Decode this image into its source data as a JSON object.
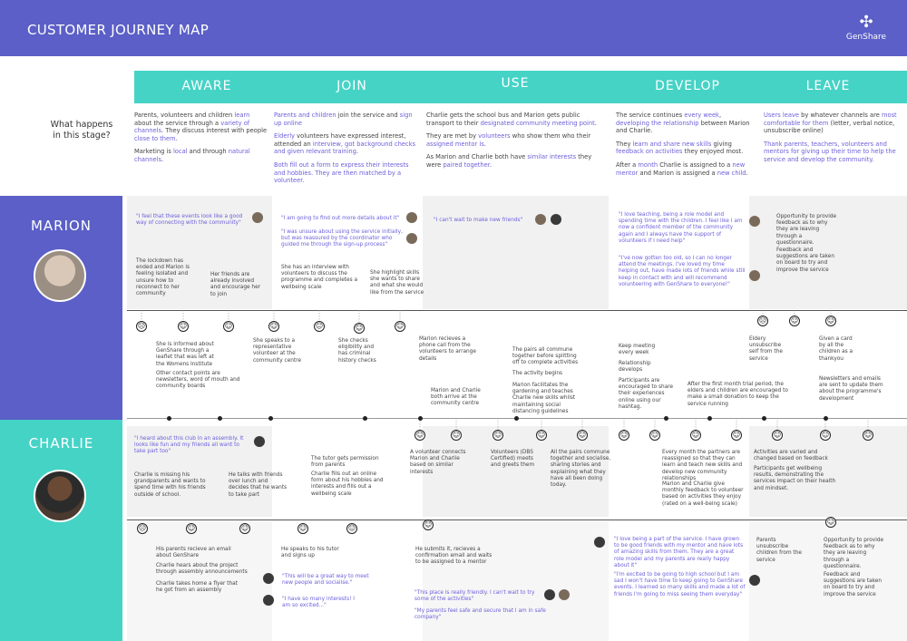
{
  "header": {
    "title": "CUSTOMER JOURNEY MAP",
    "brand": "GenShare",
    "brand_icon": "genshare-logo-icon"
  },
  "stages": [
    "AWARE",
    "JOIN",
    "USE",
    "DEVELOP",
    "LEAVE"
  ],
  "what_happens": "What happens in this stage?",
  "descriptions": {
    "aware": {
      "p1a": "Parents, volunteers and children ",
      "p1b": "learn",
      " p1c": "",
      "p1_text_1": "Parents, volunteers and children ",
      "p1_hl_1": "learn",
      "p1_text_2": " about the service through a ",
      "p1_hl_2": "variety of channels",
      "p1_text_3": ". They discuss interest with people ",
      "p1_hl_3": "close to them",
      "p1_text_4": ".",
      "p2_text_1": "Marketing is ",
      "p2_hl_1": "local",
      "p2_text_2": " and through ",
      "p2_hl_2": "natural channels",
      "p2_text_3": "."
    },
    "join": {
      "p1_hl_1": "Parents and children",
      "p1_text_1": " join the service and ",
      "p1_hl_2": "sign up online",
      "p2_hl_1": "Elderly",
      "p2_text_1": " volunteers have expressed interest, attended an ",
      "p2_hl_2": "interview, got background checks and given relevant training",
      "p2_text_2": ".",
      "p3_hl_1": "Both fill out a form to express their interests and hobbies. They are then matched by a volunteer."
    },
    "use": {
      "p1_text_1": "Charlie gets the school bus and Marion gets public transport to their ",
      "p1_hl_1": "designated community meeting point",
      "p1_text_2": ".",
      "p2_text_1": "They are met by ",
      "p2_hl_1": "volunteers",
      "p2_text_2": " who show them who their ",
      "p2_hl_2": "assigned mentor is",
      "p2_text_3": ".",
      "p3_text_1": "As Marion and Charlie both have ",
      "p3_hl_1": "similar interests",
      "p3_text_2": " they were ",
      "p3_hl_2": "paired together",
      "p3_text_3": "."
    },
    "develop": {
      "p1_text_1": "The service continues ",
      "p1_hl_1": "every week",
      "p1_text_2": ", ",
      "p1_hl_2": "developing the relationship",
      "p1_text_3": " between Marion and Charlie.",
      "p2_text_1": "They ",
      "p2_hl_1": "learn and share new skills",
      "p2_text_2": " giving ",
      "p2_hl_2": "feedback on activities",
      "p2_text_3": " they enjoyed most.",
      "p3_text_1": "After a ",
      "p3_hl_1": "month",
      "p3_text_2": " Charlie is assigned to a ",
      "p3_hl_2": "new mentor",
      "p3_text_3": " and Marion is assigned a ",
      "p3_hl_3": "new child",
      "p3_text_4": "."
    },
    "leave": {
      "p1_hl_1": "Users leave",
      "p1_text_1": " by whatever channels are ",
      "p1_hl_2": "most comfortable for them",
      "p1_text_2": " (letter, verbal notice, unsubscribe online)",
      "p2_hl_1": "Thank parents, teachers, volunteers and mentors for giving up their time to help the service and develop the community."
    }
  },
  "personas": {
    "marion": "MARION",
    "charlie": "CHARLIE"
  },
  "marion": {
    "q_aware": "\"I feel that these events look like a good way of connecting with the community\"",
    "q_join1": "\"I am going to find out more details about it\"",
    "q_join2": "\"I was unsure about using the service initially, but was reassured by the coordinator who guided me through the sign-up process\"",
    "q_use": "\"I can't wait to make new friends\"",
    "q_dev1": "\"I love teaching, being a role model and spending time with the children. I feel like I am now a confident member of the community again and I always have the support of volunteers if I need help\"",
    "q_dev2": "\"I've now gotten too old, so I can no longer attend the meetings. I've loved my time helping out, have made lots of friends while still keep in contact with and will recommend volunteering with GenShare to everyone!\"",
    "n_lockdown": "The lockdown has ended and Marion is feeling isolated and unsure how to reconnect to her community",
    "n_friends": "Her friends are already involved and encourage her to join",
    "n_interview": "She has an interview with volunteers to discuss the programme and completes a wellbeing scale",
    "n_skills": "She highlight skills she wants to share and what she would like from the service",
    "n_leave1": "Opportunity to provide feedback as to why they are leaving through a questionnaire.",
    "n_leave2": "Feedback and suggestions are taken on board to try and improve the service",
    "b_informed": "She is informed about GenShare through a leaflet that was left at the Womens Institute",
    "b_contact": "Other contact points are newsletters, word of mouth and community boards",
    "b_speaks": "She speaks to a representative volunteer at the community centre",
    "b_checks": "She checks eligibility and has criminal history checks",
    "b_call": "Marion recieves a phone call from the volunteers to arrange details",
    "b_arrive": "Marion and Charlie both arrive at the community centre",
    "b_pairs": "The pairs all commune together before splitting off to complete activities",
    "b_begins": "The activity begins",
    "b_facilitates": "Marion facilitates the gardening and teaches Charlie new skills whilst maintaining social distancing guidelines",
    "b_keep": "Keep meeting every week",
    "b_relationship": "Relationship develops",
    "b_participants": "Participants are encouraged to share their experiences online using our hashtag.",
    "b_trial": "After the first month trial period, the elders and children are encouraged to make a small donation to keep the service running",
    "b_unsub": "Eldery unsubscribe self from the service",
    "b_card": "Given a card by all the children as a thankyou",
    "b_news": "Newsletters and emails are sent to update them about the programme's development"
  },
  "charlie": {
    "q_aware": "\"I heard about this club in an assembly. It looks like fun and my friends all want to take part too\"",
    "q_use1": "\"This place is really friendly. I can't wait to try some of the activities\"",
    "q_use2": "\"My parents feel safe and secure that I am in safe company\"",
    "q_join1": "\"This will be a great way to meet new people and socialise.\"",
    "q_join2": "\"I have so many interests! I am so excited...\"",
    "q_dev1": "\"I love being a part of the service. I have grown to be good friends with my mentor and have lots of amazing skills from them. They are a great role model and my parents are really happy about it\"",
    "q_dev2": "\"I'm excited to be going to high school but I am sad I won't have time to keep going to GenShare events. I learned so many skills and made a lot of friends I'm going to miss seeing them everyday\"",
    "n_missing": "Charlie is missing his grandparents and wants to spend time with his friends outside of school.",
    "n_talks": "He talks with friends over lunch and decides that he wants to take part",
    "n_tutor": "The tutor gets permission from parents",
    "n_form": "Charlie fills out an online form about his hobbies and interests and fills out a wellbeing scale",
    "n_connects": "A volunteer connects Marion and Charlie based on similar interests",
    "n_dbs": "Volunteers (DBS Certified) meets and greets them",
    "n_commune": "All the pairs commune together and socialise, sharing stories and explaining what they have all been doing today.",
    "n_month": "Every month the partners are reassigned so that they can learn and teach new skills and develop new community relationships",
    "n_feedback": "Marion and Charlie give monthly feedback to volunteer based on activities they enjoy (rated on a well-being scale)",
    "n_varied": "Activities are varied and changed based on feedback",
    "n_wellbeing": "Participants get wellbeing results, demonstrating the services impact on their health and mindset.",
    "b_email": "His parents recieve an email about GenShare",
    "b_hears": "Charlie hears about the project through assembly announcements",
    "b_flyer": "Charlie takes home a flyer that he got from an assembly",
    "b_tutor": "He speaks to his tutor and signs up",
    "b_submits": "He submits it, recieves a confirmation email and waits to be assigned to a mentor",
    "b_parents": "Parents unsubscribe children from the service",
    "b_opp": "Opportunity to provide feedback as to why they are leaving through a questionnaire.",
    "b_fb": "Feedback and suggestions are taken on board to try and improve the service"
  },
  "colors": {
    "purple": "#5b5fc7",
    "teal": "#45d3c6",
    "highlight": "#6b5fd9"
  }
}
